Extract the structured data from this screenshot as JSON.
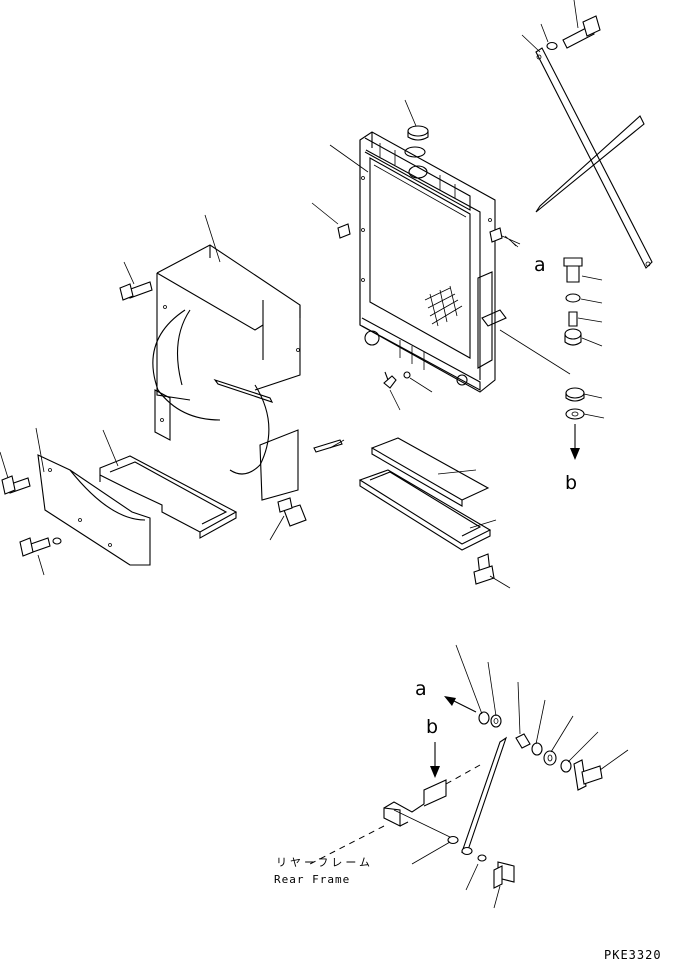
{
  "labels": {
    "a_top": "a",
    "b_top": "b",
    "a_detail": "a",
    "b_detail": "b",
    "rear_frame_jp": "リヤーフレーム",
    "rear_frame_en": "Rear Frame",
    "drawing_code": "PKE3320"
  }
}
